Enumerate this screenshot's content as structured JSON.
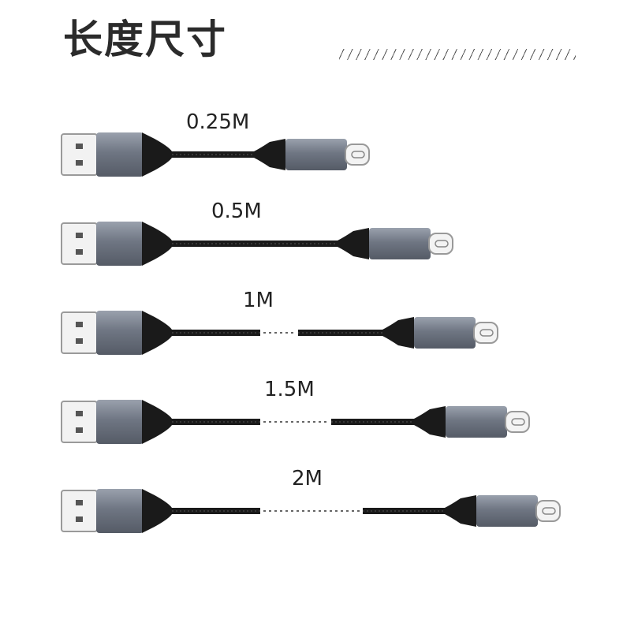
{
  "title": "长度尺寸",
  "colors": {
    "connector_metal": "#6f7683",
    "cable_black": "#1a1a1a",
    "background": "#ffffff"
  },
  "cables": [
    {
      "label": "0.25M",
      "connector_a": "usb-a",
      "connector_b": "usb-c",
      "break": false
    },
    {
      "label": "0.5M",
      "connector_a": "usb-a",
      "connector_b": "usb-c",
      "break": false
    },
    {
      "label": "1M",
      "connector_a": "usb-a",
      "connector_b": "usb-c",
      "break": true
    },
    {
      "label": "1.5M",
      "connector_a": "usb-a",
      "connector_b": "usb-c",
      "break": true
    },
    {
      "label": "2M",
      "connector_a": "usb-a",
      "connector_b": "usb-c",
      "break": true
    }
  ]
}
